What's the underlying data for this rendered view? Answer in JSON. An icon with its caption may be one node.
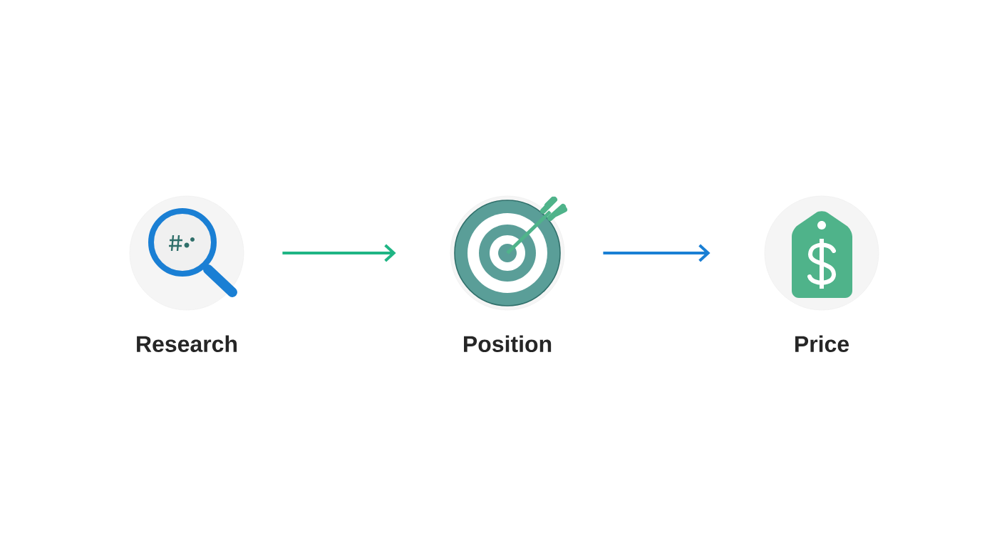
{
  "diagram": {
    "nodes": [
      {
        "text": [
          "Research"
        ]
      },
      {
        "text": [
          "Position"
        ]
      },
      {
        "text": [
          "Price"
        ]
      }
    ],
    "edges": [
      {
        "from": 0,
        "to": 1,
        "arrow": "to",
        "color": "#1fb584"
      },
      {
        "from": 1,
        "to": 2,
        "arrow": "to"
      }
    ]
  }
}
